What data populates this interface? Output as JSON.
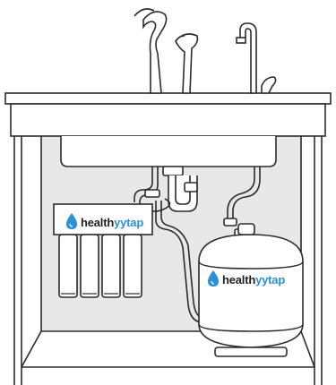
{
  "brand": {
    "wordmark_prefix": "health",
    "wordmark_suffix": "ytap",
    "wordmark_y": "y",
    "filter_unit_label_prefix": "health",
    "filter_unit_label_suffix": "ytap",
    "tank_label_prefix": "health",
    "tank_label_suffix": "ytap",
    "logo_icon": "water-drop-icon"
  },
  "colors": {
    "stroke": "#2b2b2b",
    "cabinet_interior": "#e8e8e8",
    "brand_dark": "#1f1f1f",
    "brand_accent": "#2a8fd6",
    "fill_white": "#ffffff"
  }
}
